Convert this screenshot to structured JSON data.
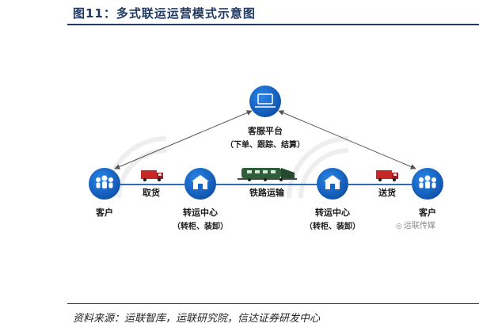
{
  "figure": {
    "title": "图11：多式联运运营模式示意图",
    "source": "资料来源：运联智库，运联研究院，信达证券研发中心"
  },
  "nodes": {
    "platform": {
      "name": "客服平台",
      "sub": "（下单、跟踪、结算）",
      "icon": "laptop-icon"
    },
    "customer_left": {
      "name": "客户",
      "icon": "people-icon"
    },
    "hub_left": {
      "name": "转运中心",
      "sub": "（转柜、装卸）",
      "icon": "warehouse-icon"
    },
    "hub_right": {
      "name": "转运中心",
      "sub": "（转柜、装卸）",
      "icon": "warehouse-icon"
    },
    "customer_right": {
      "name": "客户",
      "icon": "people-icon"
    }
  },
  "edges": {
    "pickup": "取货",
    "rail": "铁路运输",
    "delivery": "送货"
  },
  "watermark": {
    "brand": "运联传媒"
  },
  "colors": {
    "node_blue": "#1565c0",
    "title_navy": "#1f3864",
    "line_blue": "#2e6db4",
    "truck_red": "#c62828",
    "train_green": "#2e5d3a"
  }
}
